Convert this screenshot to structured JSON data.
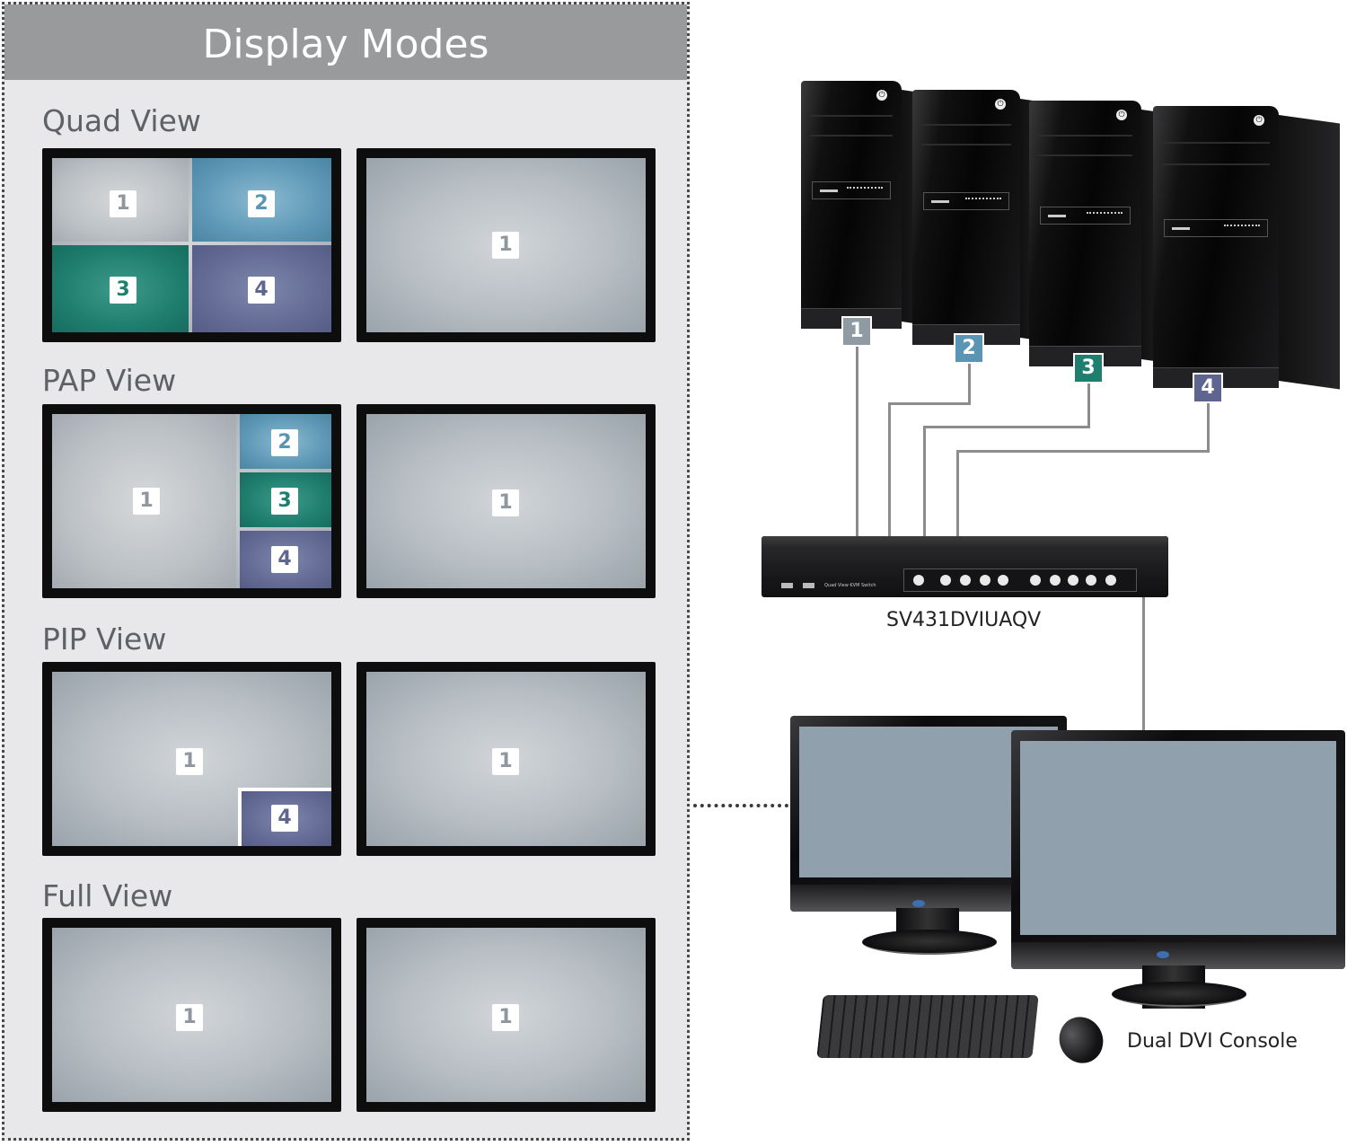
{
  "panel": {
    "title": "Display Modes",
    "modes": [
      {
        "label": "Quad View",
        "left": [
          "1",
          "2",
          "3",
          "4"
        ],
        "right": "1"
      },
      {
        "label": "PAP View",
        "left": [
          "1",
          "2",
          "3",
          "4"
        ],
        "right": "1"
      },
      {
        "label": "PIP View",
        "left": [
          "1",
          "4"
        ],
        "right": "1"
      },
      {
        "label": "Full View",
        "left": [
          "1"
        ],
        "right": "1"
      }
    ]
  },
  "computers": [
    "1",
    "2",
    "3",
    "4"
  ],
  "port_colors": {
    "1": "#8f9aa3",
    "2": "#5a95b3",
    "3": "#1f7f6f",
    "4": "#5e6690"
  },
  "kvm": {
    "model": "SV431DVIUAQV",
    "front_text": "Quad View KVM Switch"
  },
  "console": {
    "label": "Dual DVI Console"
  }
}
